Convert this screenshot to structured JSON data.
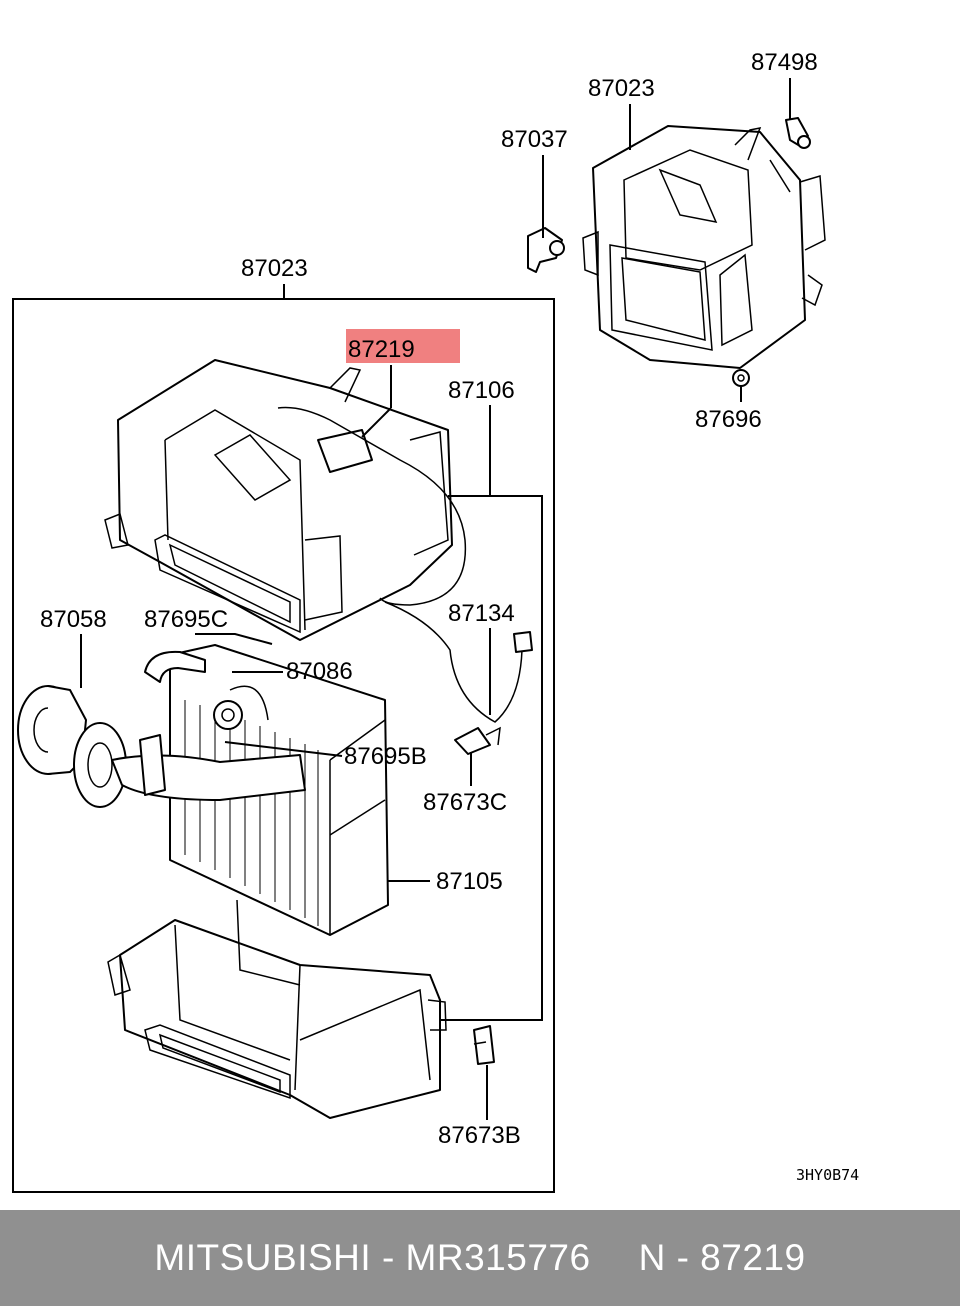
{
  "labels": {
    "top_housing": "87023",
    "screw": "87498",
    "clip_top": "87037",
    "nut_top": "87696",
    "main_housing": "87023",
    "highlighted_part": "87219",
    "harness": "87106",
    "sensor_wire": "87134",
    "clip_c": "87673C",
    "drain_hose": "87058",
    "oring_c": "87695C",
    "expansion_valve": "87086",
    "oring_b": "87695B",
    "evaporator": "87105",
    "clip_b": "87673B"
  },
  "diagram_code": "3HY0B74",
  "highlight_color": "#f08080",
  "footer": {
    "brand_part": "MITSUBISHI - MR315776",
    "ref": "N - 87219"
  }
}
